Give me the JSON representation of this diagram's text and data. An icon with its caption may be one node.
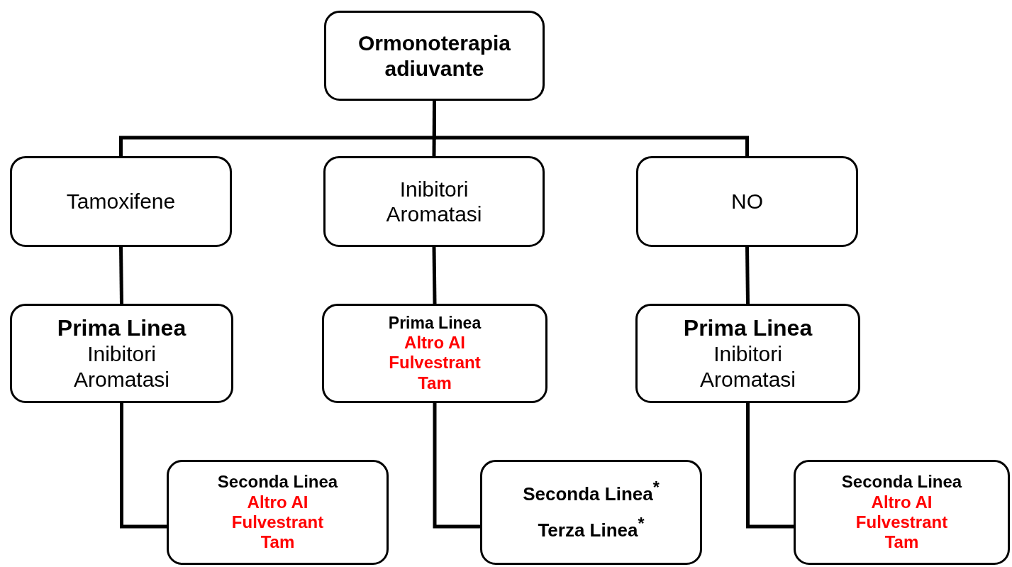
{
  "diagram": {
    "nodes": [
      {
        "text": [
          "Ormonoterapia adiuvante"
        ]
      },
      {
        "text": [
          "Tamoxifene"
        ]
      },
      {
        "text": [
          "Inibitori Aromatasi"
        ]
      },
      {
        "text": [
          "NO"
        ]
      },
      {
        "text": [
          "Prima Linea",
          "Inibitori Aromatasi"
        ]
      },
      {
        "text": [
          "Prima Linea",
          "Altro AI",
          "Fulvestrant",
          "Tam"
        ]
      },
      {
        "text": [
          "Prima Linea",
          "Inibitori Aromatasi"
        ]
      },
      {
        "text": [
          "Seconda Linea",
          "Altro AI",
          "Fulvestrant",
          "Tam"
        ]
      },
      {
        "text": [
          "Seconda Linea$^{*}$",
          "Terza Linea$^{*}$"
        ]
      },
      {
        "text": [
          "Seconda Linea",
          "Altro AI",
          "Fulvestrant",
          "Tam"
        ]
      }
    ],
    "edges": [
      {
        "from": 0,
        "to": 1,
        "arrow": "none"
      },
      {
        "from": 0,
        "to": 2,
        "arrow": "none"
      },
      {
        "from": 0,
        "to": 3,
        "arrow": "none"
      },
      {
        "from": 1,
        "to": 4,
        "arrow": "none"
      },
      {
        "from": 2,
        "to": 5,
        "arrow": "none"
      },
      {
        "from": 3,
        "to": 6,
        "arrow": "none"
      },
      {
        "from": 4,
        "to": 7,
        "arrow": "none"
      },
      {
        "from": 5,
        "to": 8,
        "arrow": "none"
      },
      {
        "from": 6,
        "to": 9,
        "arrow": "none"
      }
    ]
  }
}
